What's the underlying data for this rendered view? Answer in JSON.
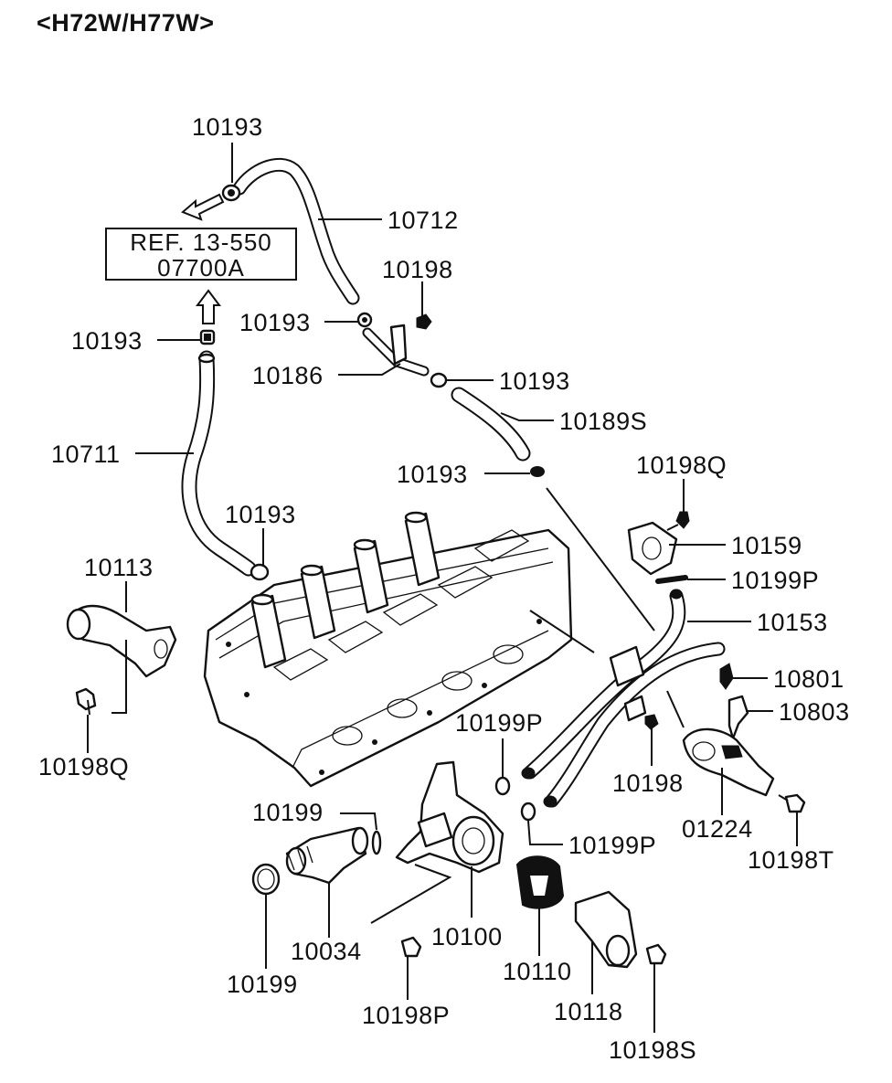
{
  "header": {
    "title": "<H72W/H77W>"
  },
  "reference": {
    "line1": "REF. 13-550",
    "line2": "07700A"
  },
  "labels": {
    "p10193_top": "10193",
    "p10712": "10712",
    "p10198_top": "10198",
    "p10193_a": "10193",
    "p10193_b": "10193",
    "p10186": "10186",
    "p10193_c": "10193",
    "p10189s": "10189S",
    "p10711": "10711",
    "p10193_d": "10193",
    "p10193_e": "10193",
    "p10198q_top": "10198Q",
    "p10159": "10159",
    "p10113": "10113",
    "p10199p_top": "10199P",
    "p10153": "10153",
    "p10801": "10801",
    "p10803": "10803",
    "p10198q_left": "10198Q",
    "p10199p_mid": "10199P",
    "p10198_mid": "10198",
    "p01224": "01224",
    "p10199_a": "10199",
    "p10199p_low": "10199P",
    "p10198t": "10198T",
    "p10034": "10034",
    "p10100": "10100",
    "p10199_b": "10199",
    "p10110": "10110",
    "p10198p": "10198P",
    "p10118": "10118",
    "p10198s": "10198S"
  },
  "colors": {
    "ink": "#111111",
    "paper": "#ffffff"
  },
  "icons": [
    "arrow-left-icon",
    "arrow-up-icon"
  ]
}
